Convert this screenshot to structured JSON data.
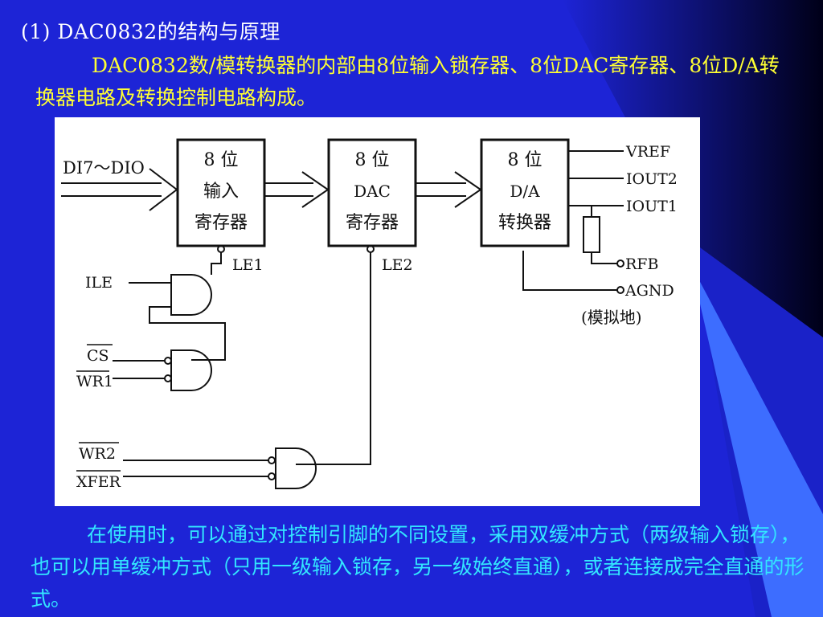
{
  "slide": {
    "title": "(1) DAC0832的结构与原理",
    "para1": "DAC0832数/模转换器的内部由8位输入锁存器、8位DAC寄存器、8位D/A转换器电路及转换控制电路构成。",
    "para2": "在使用时，可以通过对控制引脚的不同设置，采用双缓冲方式（两级输入锁存），也可以用单缓冲方式（只用一级输入锁存，另一级始终直通），或者连接成完全直通的形式。"
  },
  "diagram": {
    "input_bus": "DI7～DIO",
    "box1": [
      "8 位",
      "输入",
      "寄存器"
    ],
    "box2": [
      "8 位",
      "DAC",
      "寄存器"
    ],
    "box3": [
      "8 位",
      "D/A",
      "转换器"
    ],
    "le1": "LE1",
    "le2": "LE2",
    "pins": {
      "vref": "VREF",
      "iout2": "IOUT2",
      "iout1": "IOUT1",
      "rfb": "RFB",
      "agnd": "AGND",
      "agnd_note": "(模拟地)",
      "ile": "ILE",
      "cs": "CS",
      "wr1": "WR1",
      "wr2": "WR2",
      "xfer": "XFER"
    }
  },
  "colors": {
    "background": "#1d24d6",
    "title": "#ffffff",
    "para1": "#ffff33",
    "para2": "#33e6ff"
  }
}
